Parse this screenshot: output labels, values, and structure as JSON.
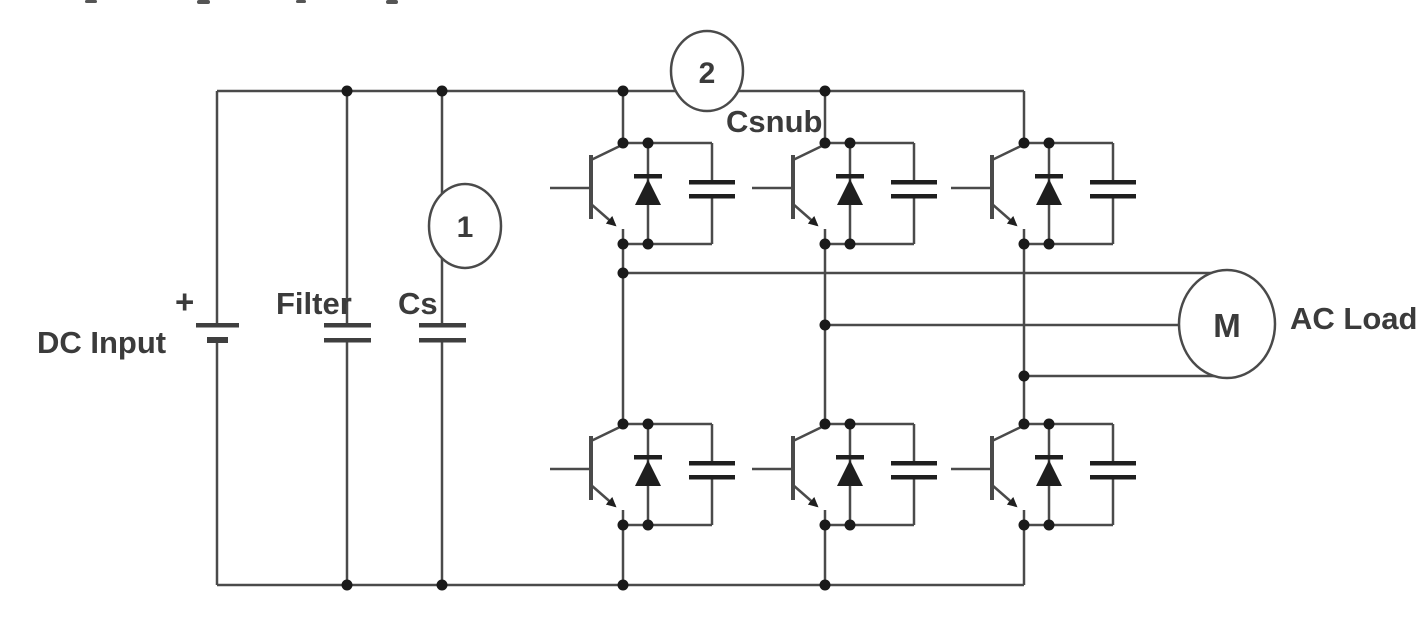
{
  "diagram": {
    "labels": {
      "dc_input": "DC Input",
      "polarity_plus": "+",
      "filter": "Filter",
      "cs": "Cs",
      "csnub": "Csnub",
      "callout_1": "1",
      "callout_2": "2",
      "motor": "M",
      "ac_load": "AC Load"
    },
    "colors": {
      "wire": "#4a4a4a",
      "node_dot": "#1a1a1a",
      "component_fill": "#1f1f1f",
      "text": "#3b3b3b",
      "background": "#ffffff"
    }
  }
}
